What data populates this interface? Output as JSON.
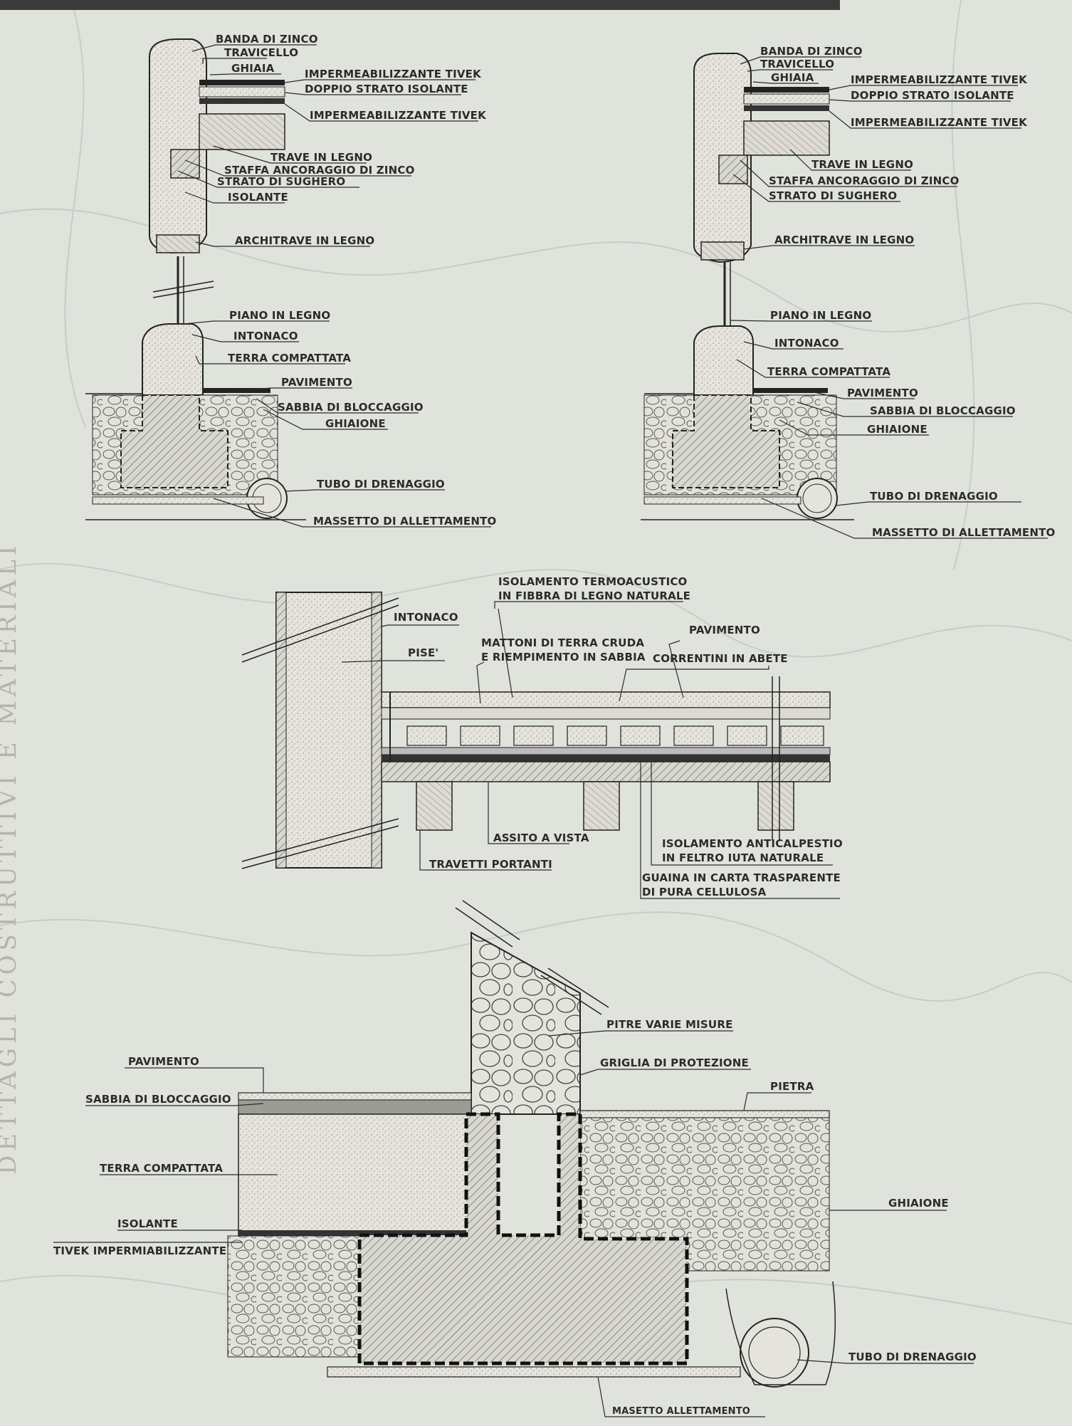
{
  "side_title": "DETTAGLI COSTRUTTIVI E MATERIALI",
  "detail_left": {
    "labels": [
      "BANDA DI ZINCO",
      "TRAVICELLO",
      "GHIAIA",
      "IMPERMEABILIZZANTE TIVEK",
      "DOPPIO STRATO ISOLANTE",
      "IMPERMEABILIZZANTE TIVEK",
      "TRAVE IN LEGNO",
      "STAFFA ANCORAGGIO DI ZINCO",
      "STRATO DI SUGHERO",
      "ISOLANTE",
      "ARCHITRAVE IN LEGNO",
      "PIANO IN LEGNO",
      "INTONACO",
      "TERRA COMPATTATA",
      "PAVIMENTO",
      "SABBIA DI BLOCCAGGIO",
      "GHIAIONE",
      "TUBO DI DRENAGGIO",
      "MASSETTO DI ALLETTAMENTO"
    ]
  },
  "detail_right": {
    "labels": [
      "BANDA DI ZINCO",
      "TRAVICELLO",
      "GHIAIA",
      "IMPERMEABILIZZANTE TIVEK",
      "DOPPIO STRATO ISOLANTE",
      "IMPERMEABILIZZANTE TIVEK",
      "TRAVE IN LEGNO",
      "STAFFA ANCORAGGIO DI ZINCO",
      "STRATO DI SUGHERO",
      "ARCHITRAVE IN LEGNO",
      "PIANO IN LEGNO",
      "INTONACO",
      "TERRA COMPATTATA",
      "PAVIMENTO",
      "SABBIA DI BLOCCAGGIO",
      "GHIAIONE",
      "TUBO DI DRENAGGIO",
      "MASSETTO DI ALLETTAMENTO"
    ]
  },
  "detail_floor": {
    "labels": [
      "ISOLAMENTO TERMOACUSTICO",
      "IN FIBBRA DI LEGNO NATURALE",
      "INTONACO",
      "PISE'",
      "MATTONI DI TERRA CRUDA",
      "E RIEMPIMENTO IN SABBIA",
      "PAVIMENTO",
      "CORRENTINI IN ABETE",
      "ASSITO A VISTA",
      "TRAVETTI PORTANTI",
      "ISOLAMENTO ANTICALPESTIO",
      "IN FELTRO IUTA NATURALE",
      "GUAINA IN CARTA TRASPARENTE",
      "DI PURA CELLULOSA"
    ]
  },
  "detail_foundation": {
    "labels": [
      "PITRE VARIE MISURE",
      "GRIGLIA DI PROTEZIONE",
      "PAVIMENTO",
      "PIETRA",
      "SABBIA DI BLOCCAGGIO",
      "TERRA COMPATTATA",
      "GHIAIONE",
      "ISOLANTE",
      "TIVEK IMPERMIABILIZZANTE",
      "TUBO DI DRENAGGIO",
      "MASETTO ALLETTAMENTO"
    ]
  }
}
